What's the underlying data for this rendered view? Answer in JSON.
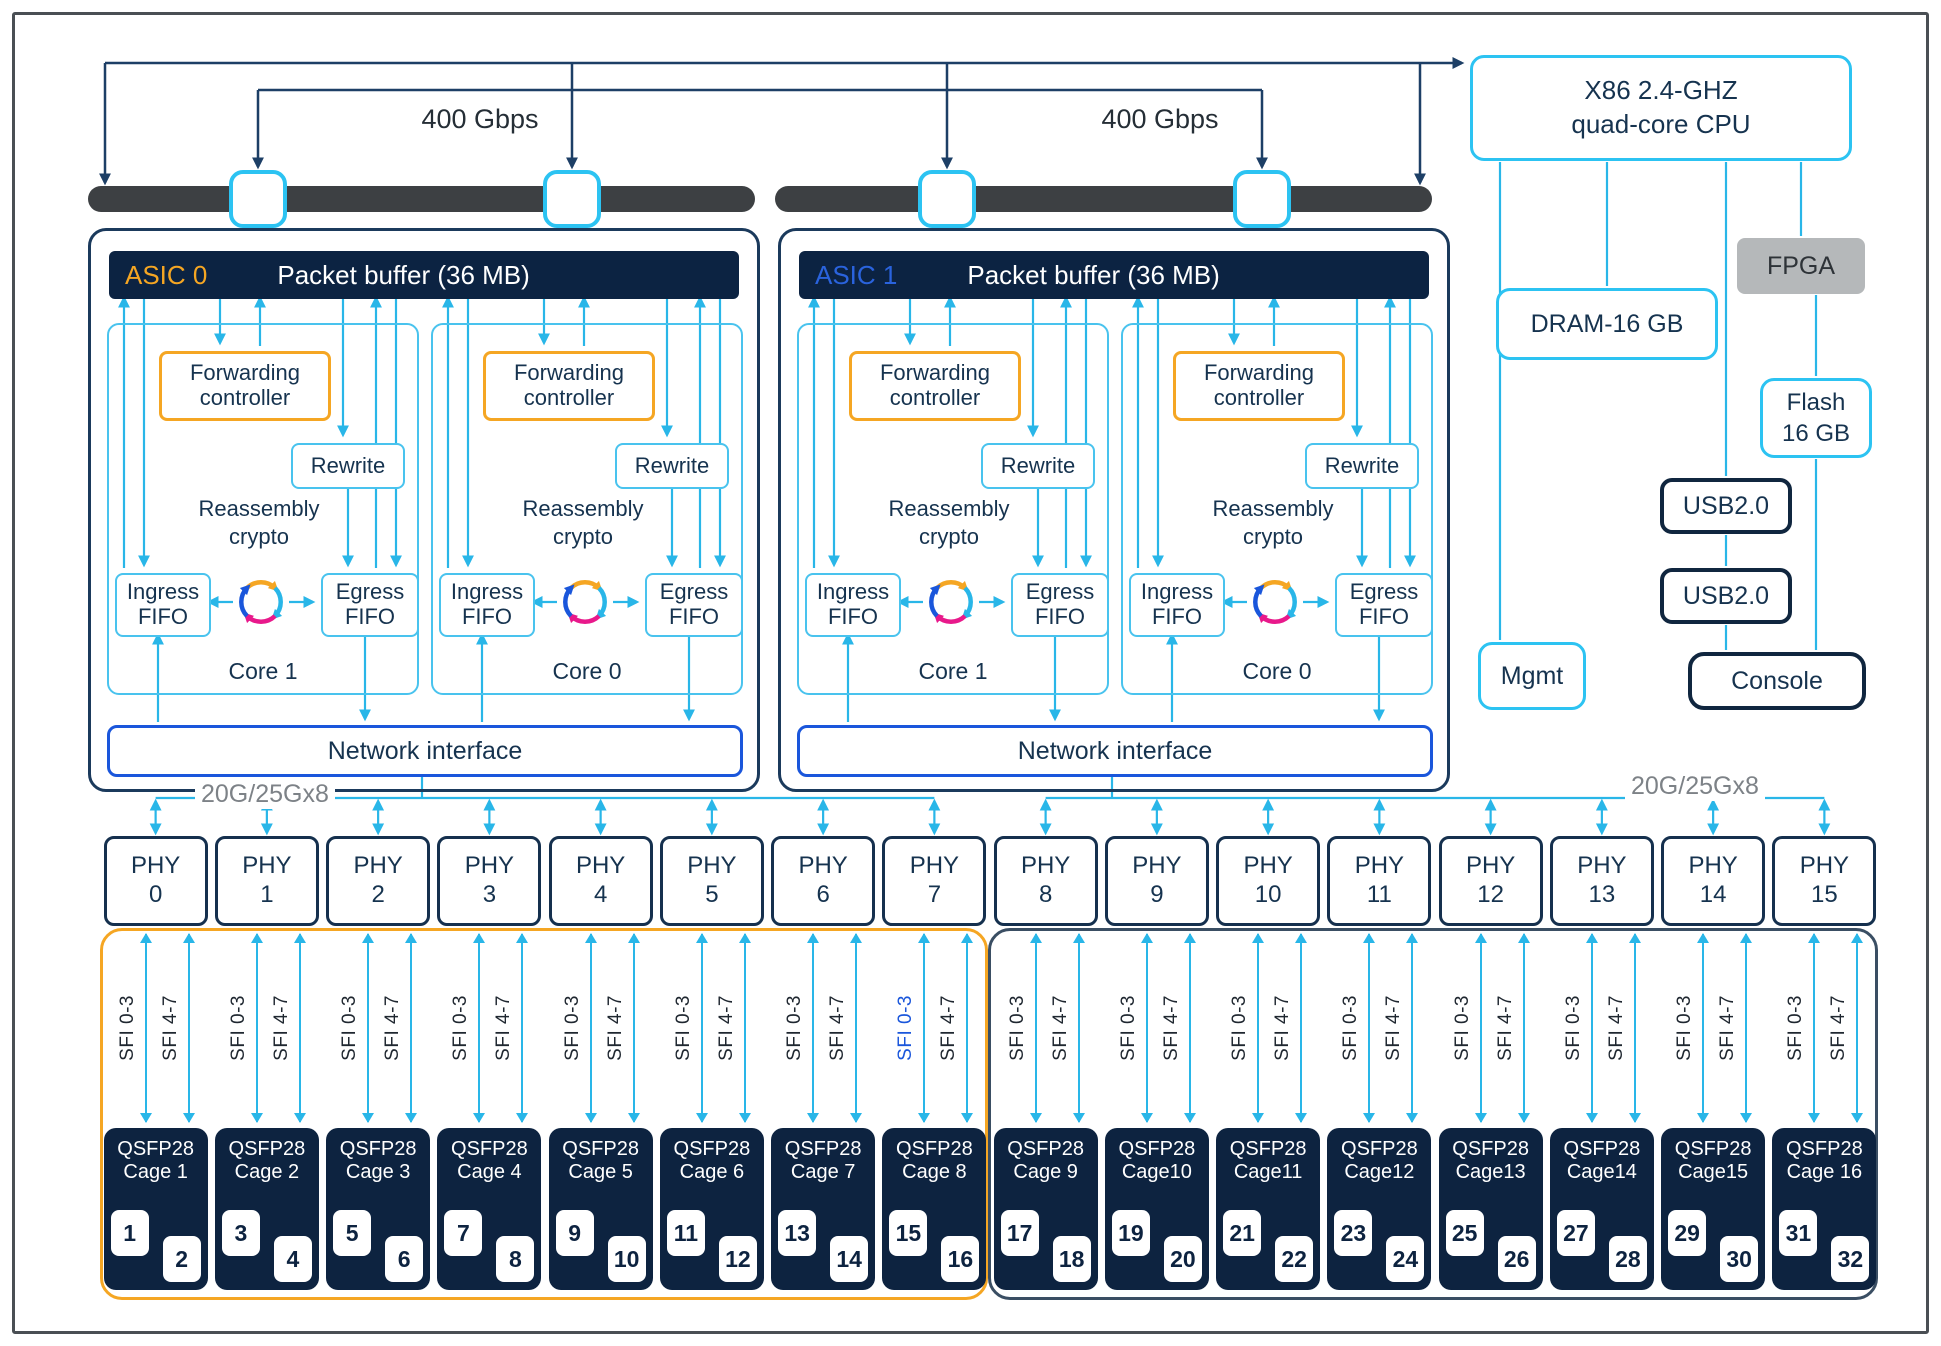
{
  "colors": {
    "accent_cyan": "#29b6e8",
    "navy": "#0d2340",
    "orange": "#f5a623",
    "blue": "#1a56db",
    "gray_bar": "#3d4043"
  },
  "top": {
    "link_labels": [
      "400 Gbps",
      "400 Gbps"
    ]
  },
  "asics": [
    {
      "name": "ASIC 0",
      "name_style": "color:#f5a623",
      "packet_buffer": "Packet buffer (36 MB)",
      "cores": [
        {
          "name": "Core 1",
          "forwarding_controller": "Forwarding controller",
          "rewrite": "Rewrite",
          "reassembly": "Reassembly crypto",
          "ingress_fifo": "Ingress FIFO",
          "egress_fifo": "Egress FIFO"
        },
        {
          "name": "Core 0",
          "forwarding_controller": "Forwarding controller",
          "rewrite": "Rewrite",
          "reassembly": "Reassembly crypto",
          "ingress_fifo": "Ingress FIFO",
          "egress_fifo": "Egress FIFO"
        }
      ],
      "network_interface": "Network interface"
    },
    {
      "name": "ASIC 1",
      "name_style": "color:#2a63dd",
      "packet_buffer": "Packet buffer (36 MB)",
      "cores": [
        {
          "name": "Core 1",
          "forwarding_controller": "Forwarding controller",
          "rewrite": "Rewrite",
          "reassembly": "Reassembly crypto",
          "ingress_fifo": "Ingress FIFO",
          "egress_fifo": "Egress FIFO"
        },
        {
          "name": "Core 0",
          "forwarding_controller": "Forwarding controller",
          "rewrite": "Rewrite",
          "reassembly": "Reassembly crypto",
          "ingress_fifo": "Ingress FIFO",
          "egress_fifo": "Egress FIFO"
        }
      ],
      "network_interface": "Network interface"
    }
  ],
  "cpu_complex": {
    "cpu_line1": "X86 2.4-GHZ",
    "cpu_line2": "quad-core CPU",
    "dram": "DRAM-16 GB",
    "fpga": "FPGA",
    "flash_line1": "Flash",
    "flash_line2": "16 GB",
    "usb_ports": [
      "USB2.0",
      "USB2.0"
    ],
    "mgmt": "Mgmt",
    "console": "Console"
  },
  "phy_section": {
    "left_speed_label": "20G/25Gx8",
    "right_speed_label": "20G/25Gx8"
  },
  "columns": [
    {
      "phy_label": "PHY",
      "phy_num": "0",
      "sfi_low": "SFI 0-3",
      "sfi_high": "SFI 4-7",
      "cage_type": "QSFP28",
      "cage_name": "Cage 1",
      "ports": [
        "1",
        "2"
      ]
    },
    {
      "phy_label": "PHY",
      "phy_num": "1",
      "sfi_low": "SFI 0-3",
      "sfi_high": "SFI 4-7",
      "cage_type": "QSFP28",
      "cage_name": "Cage 2",
      "ports": [
        "3",
        "4"
      ]
    },
    {
      "phy_label": "PHY",
      "phy_num": "2",
      "sfi_low": "SFI 0-3",
      "sfi_high": "SFI 4-7",
      "cage_type": "QSFP28",
      "cage_name": "Cage 3",
      "ports": [
        "5",
        "6"
      ]
    },
    {
      "phy_label": "PHY",
      "phy_num": "3",
      "sfi_low": "SFI 0-3",
      "sfi_high": "SFI 4-7",
      "cage_type": "QSFP28",
      "cage_name": "Cage 4",
      "ports": [
        "7",
        "8"
      ]
    },
    {
      "phy_label": "PHY",
      "phy_num": "4",
      "sfi_low": "SFI 0-3",
      "sfi_high": "SFI 4-7",
      "cage_type": "QSFP28",
      "cage_name": "Cage 5",
      "ports": [
        "9",
        "10"
      ]
    },
    {
      "phy_label": "PHY",
      "phy_num": "5",
      "sfi_low": "SFI 0-3",
      "sfi_high": "SFI 4-7",
      "cage_type": "QSFP28",
      "cage_name": "Cage 6",
      "ports": [
        "11",
        "12"
      ]
    },
    {
      "phy_label": "PHY",
      "phy_num": "6",
      "sfi_low": "SFI 0-3",
      "sfi_high": "SFI 4-7",
      "cage_type": "QSFP28",
      "cage_name": "Cage 7",
      "ports": [
        "13",
        "14"
      ]
    },
    {
      "phy_label": "PHY",
      "phy_num": "7",
      "sfi_low": "SFI 0-3",
      "sfi_low_style": "color:#1a56db",
      "sfi_high": "SFI 4-7",
      "cage_type": "QSFP28",
      "cage_name": "Cage 8",
      "ports": [
        "15",
        "16"
      ]
    },
    {
      "phy_label": "PHY",
      "phy_num": "8",
      "sfi_low": "SFI 0-3",
      "sfi_high": "SFI 4-7",
      "cage_type": "QSFP28",
      "cage_name": "Cage 9",
      "ports": [
        "17",
        "18"
      ]
    },
    {
      "phy_label": "PHY",
      "phy_num": "9",
      "sfi_low": "SFI 0-3",
      "sfi_high": "SFI 4-7",
      "cage_type": "QSFP28",
      "cage_name": "Cage10",
      "ports": [
        "19",
        "20"
      ]
    },
    {
      "phy_label": "PHY",
      "phy_num": "10",
      "sfi_low": "SFI 0-3",
      "sfi_high": "SFI 4-7",
      "cage_type": "QSFP28",
      "cage_name": "Cage11",
      "ports": [
        "21",
        "22"
      ]
    },
    {
      "phy_label": "PHY",
      "phy_num": "11",
      "sfi_low": "SFI 0-3",
      "sfi_high": "SFI 4-7",
      "cage_type": "QSFP28",
      "cage_name": "Cage12",
      "ports": [
        "23",
        "24"
      ]
    },
    {
      "phy_label": "PHY",
      "phy_num": "12",
      "sfi_low": "SFI 0-3",
      "sfi_high": "SFI 4-7",
      "cage_type": "QSFP28",
      "cage_name": "Cage13",
      "ports": [
        "25",
        "26"
      ]
    },
    {
      "phy_label": "PHY",
      "phy_num": "13",
      "sfi_low": "SFI 0-3",
      "sfi_high": "SFI 4-7",
      "cage_type": "QSFP28",
      "cage_name": "Cage14",
      "ports": [
        "27",
        "28"
      ]
    },
    {
      "phy_label": "PHY",
      "phy_num": "14",
      "sfi_low": "SFI 0-3",
      "sfi_high": "SFI 4-7",
      "cage_type": "QSFP28",
      "cage_name": "Cage15",
      "ports": [
        "29",
        "30"
      ]
    },
    {
      "phy_label": "PHY",
      "phy_num": "15",
      "sfi_low": "SFI 0-3",
      "sfi_high": "SFI 4-7",
      "cage_type": "QSFP28",
      "cage_name": "Cage 16",
      "ports": [
        "31",
        "32"
      ]
    }
  ]
}
